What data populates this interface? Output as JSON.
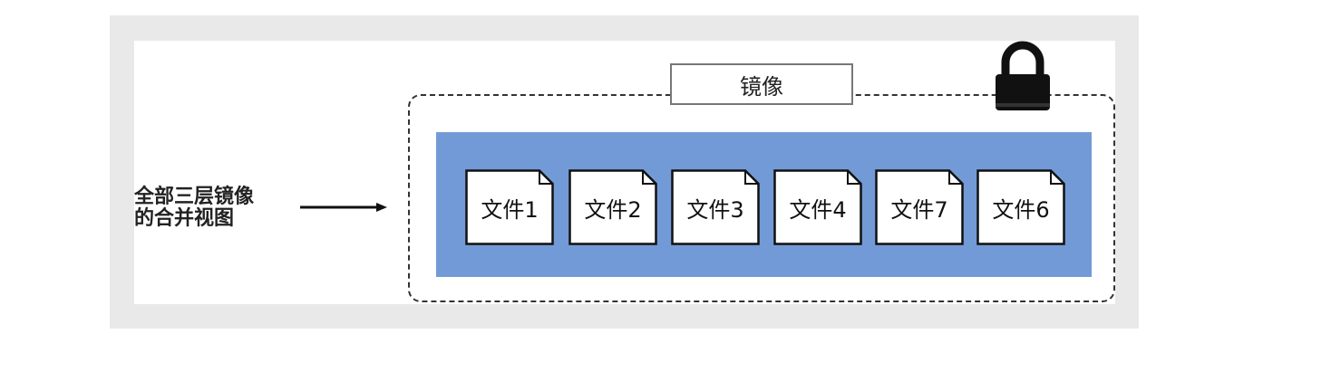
{
  "diagram": {
    "side_label_lines": [
      "全部三层镜像",
      "的合并视图"
    ],
    "image_tag": "镜像",
    "files": [
      "文件1",
      "文件2",
      "文件3",
      "文件4",
      "文件7",
      "文件6"
    ],
    "colors": {
      "frame": "#e9e9e9",
      "band": "#729ad6",
      "border": "#333333"
    },
    "icons": [
      "arrow-right-icon",
      "lock-icon",
      "file-icon"
    ]
  }
}
